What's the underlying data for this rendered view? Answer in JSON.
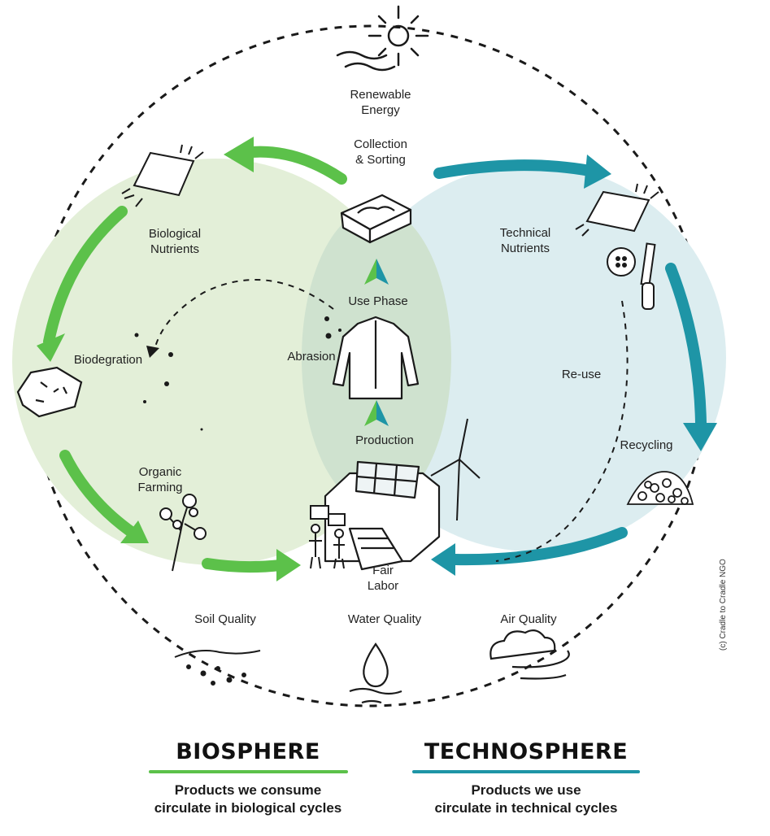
{
  "colors": {
    "bio_fill": "#e3efd8",
    "tech_fill": "#dcedf0",
    "overlap_fill": "#cfe2cf",
    "green": "#5cc14a",
    "teal": "#1e95a6",
    "ink": "#1a1a1a"
  },
  "labels": {
    "renewable_energy": [
      "Renewable",
      "Energy"
    ],
    "collection_sorting": [
      "Collection",
      "& Sorting"
    ],
    "biological_nutrients": [
      "Biological",
      "Nutrients"
    ],
    "technical_nutrients": [
      "Technical",
      "Nutrients"
    ],
    "use_phase": "Use Phase",
    "abrasion": "Abrasion",
    "biodegration": "Biodegration",
    "re_use": "Re-use",
    "production": "Production",
    "recycling": "Recycling",
    "organic_farming": [
      "Organic",
      "Farming"
    ],
    "fair_labor": [
      "Fair",
      "Labor"
    ],
    "soil_quality": "Soil Quality",
    "water_quality": "Water Quality",
    "air_quality": "Air Quality"
  },
  "credit": "(c) Cradle to Cradle NGO",
  "footer": {
    "biosphere": {
      "title": "BIOSPHERE",
      "line1": "Products we consume",
      "line2": "circulate in biological cycles"
    },
    "technosphere": {
      "title": "TECHNOSPHERE",
      "line1": "Products we use",
      "line2": "circulate in technical cycles"
    }
  },
  "icons": [
    "sun-icon",
    "box-icon",
    "fabric-icon",
    "fabric-icon",
    "button-zipper-icon",
    "jacket-icon",
    "rock-icon",
    "cotton-plant-icon",
    "factory-icon",
    "wind-turbine-icon",
    "workers-icon",
    "pellets-icon",
    "soil-icon",
    "water-drop-icon",
    "cloud-wind-icon"
  ]
}
